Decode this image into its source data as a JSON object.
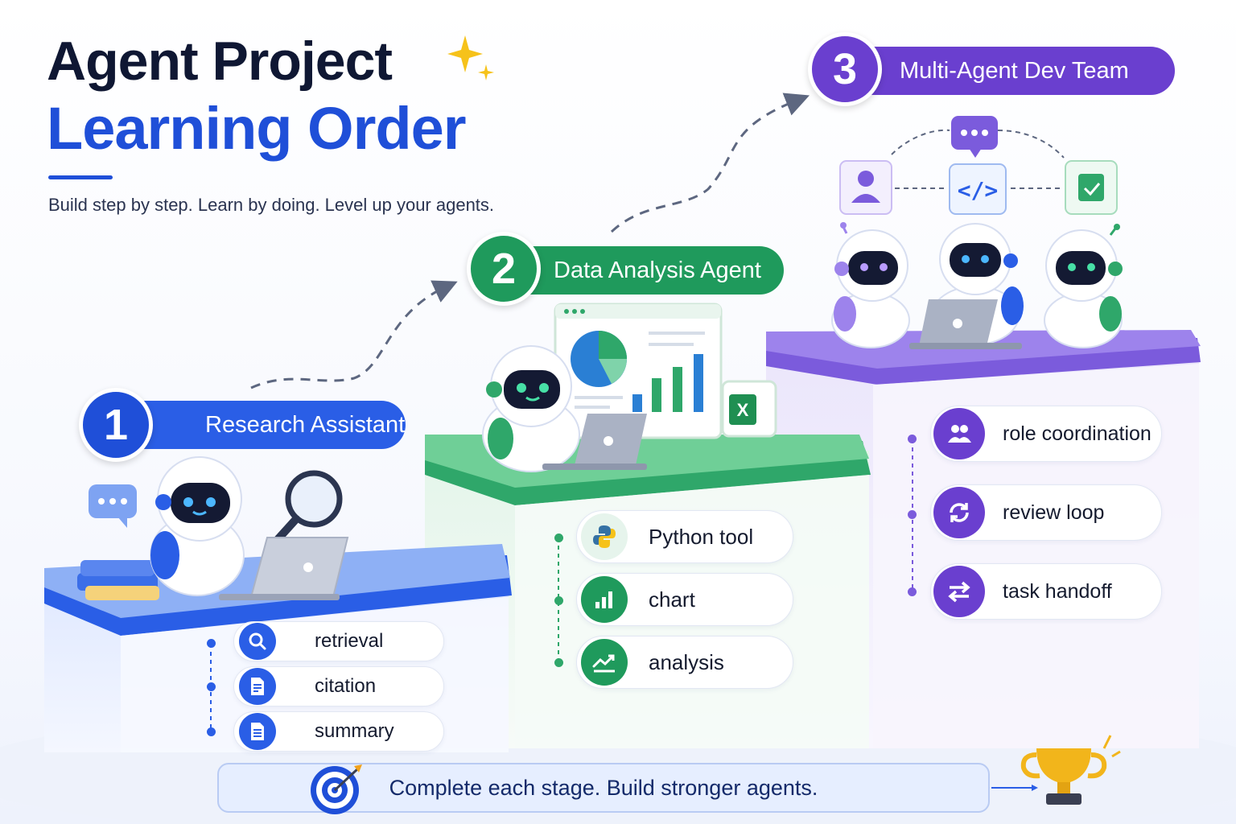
{
  "header": {
    "title_line1": "Agent Project",
    "title_line2": "Learning Order",
    "subtitle": "Build step by step. Learn by doing. Level up your agents."
  },
  "stages": [
    {
      "number": "1",
      "title": "Research Assistant",
      "color": "#1f4fd8",
      "features": [
        {
          "label": "retrieval",
          "icon": "search-icon"
        },
        {
          "label": "citation",
          "icon": "document-icon"
        },
        {
          "label": "summary",
          "icon": "document-icon"
        }
      ]
    },
    {
      "number": "2",
      "title": "Data Analysis Agent",
      "color": "#1f9a5c",
      "features": [
        {
          "label": "Python tool",
          "icon": "python-icon"
        },
        {
          "label": "chart",
          "icon": "bar-chart-icon"
        },
        {
          "label": "analysis",
          "icon": "trend-icon"
        }
      ]
    },
    {
      "number": "3",
      "title": "Multi-Agent Dev Team",
      "color": "#6a3fcf",
      "features": [
        {
          "label": "role coordination",
          "icon": "users-icon"
        },
        {
          "label": "review loop",
          "icon": "refresh-icon"
        },
        {
          "label": "task handoff",
          "icon": "swap-icon"
        }
      ]
    }
  ],
  "footer": {
    "message": "Complete each stage. Build stronger agents."
  },
  "colors": {
    "stage1": "#1f4fd8",
    "stage2": "#1f9a5c",
    "stage3": "#6a3fcf",
    "ink": "#0f1733"
  }
}
